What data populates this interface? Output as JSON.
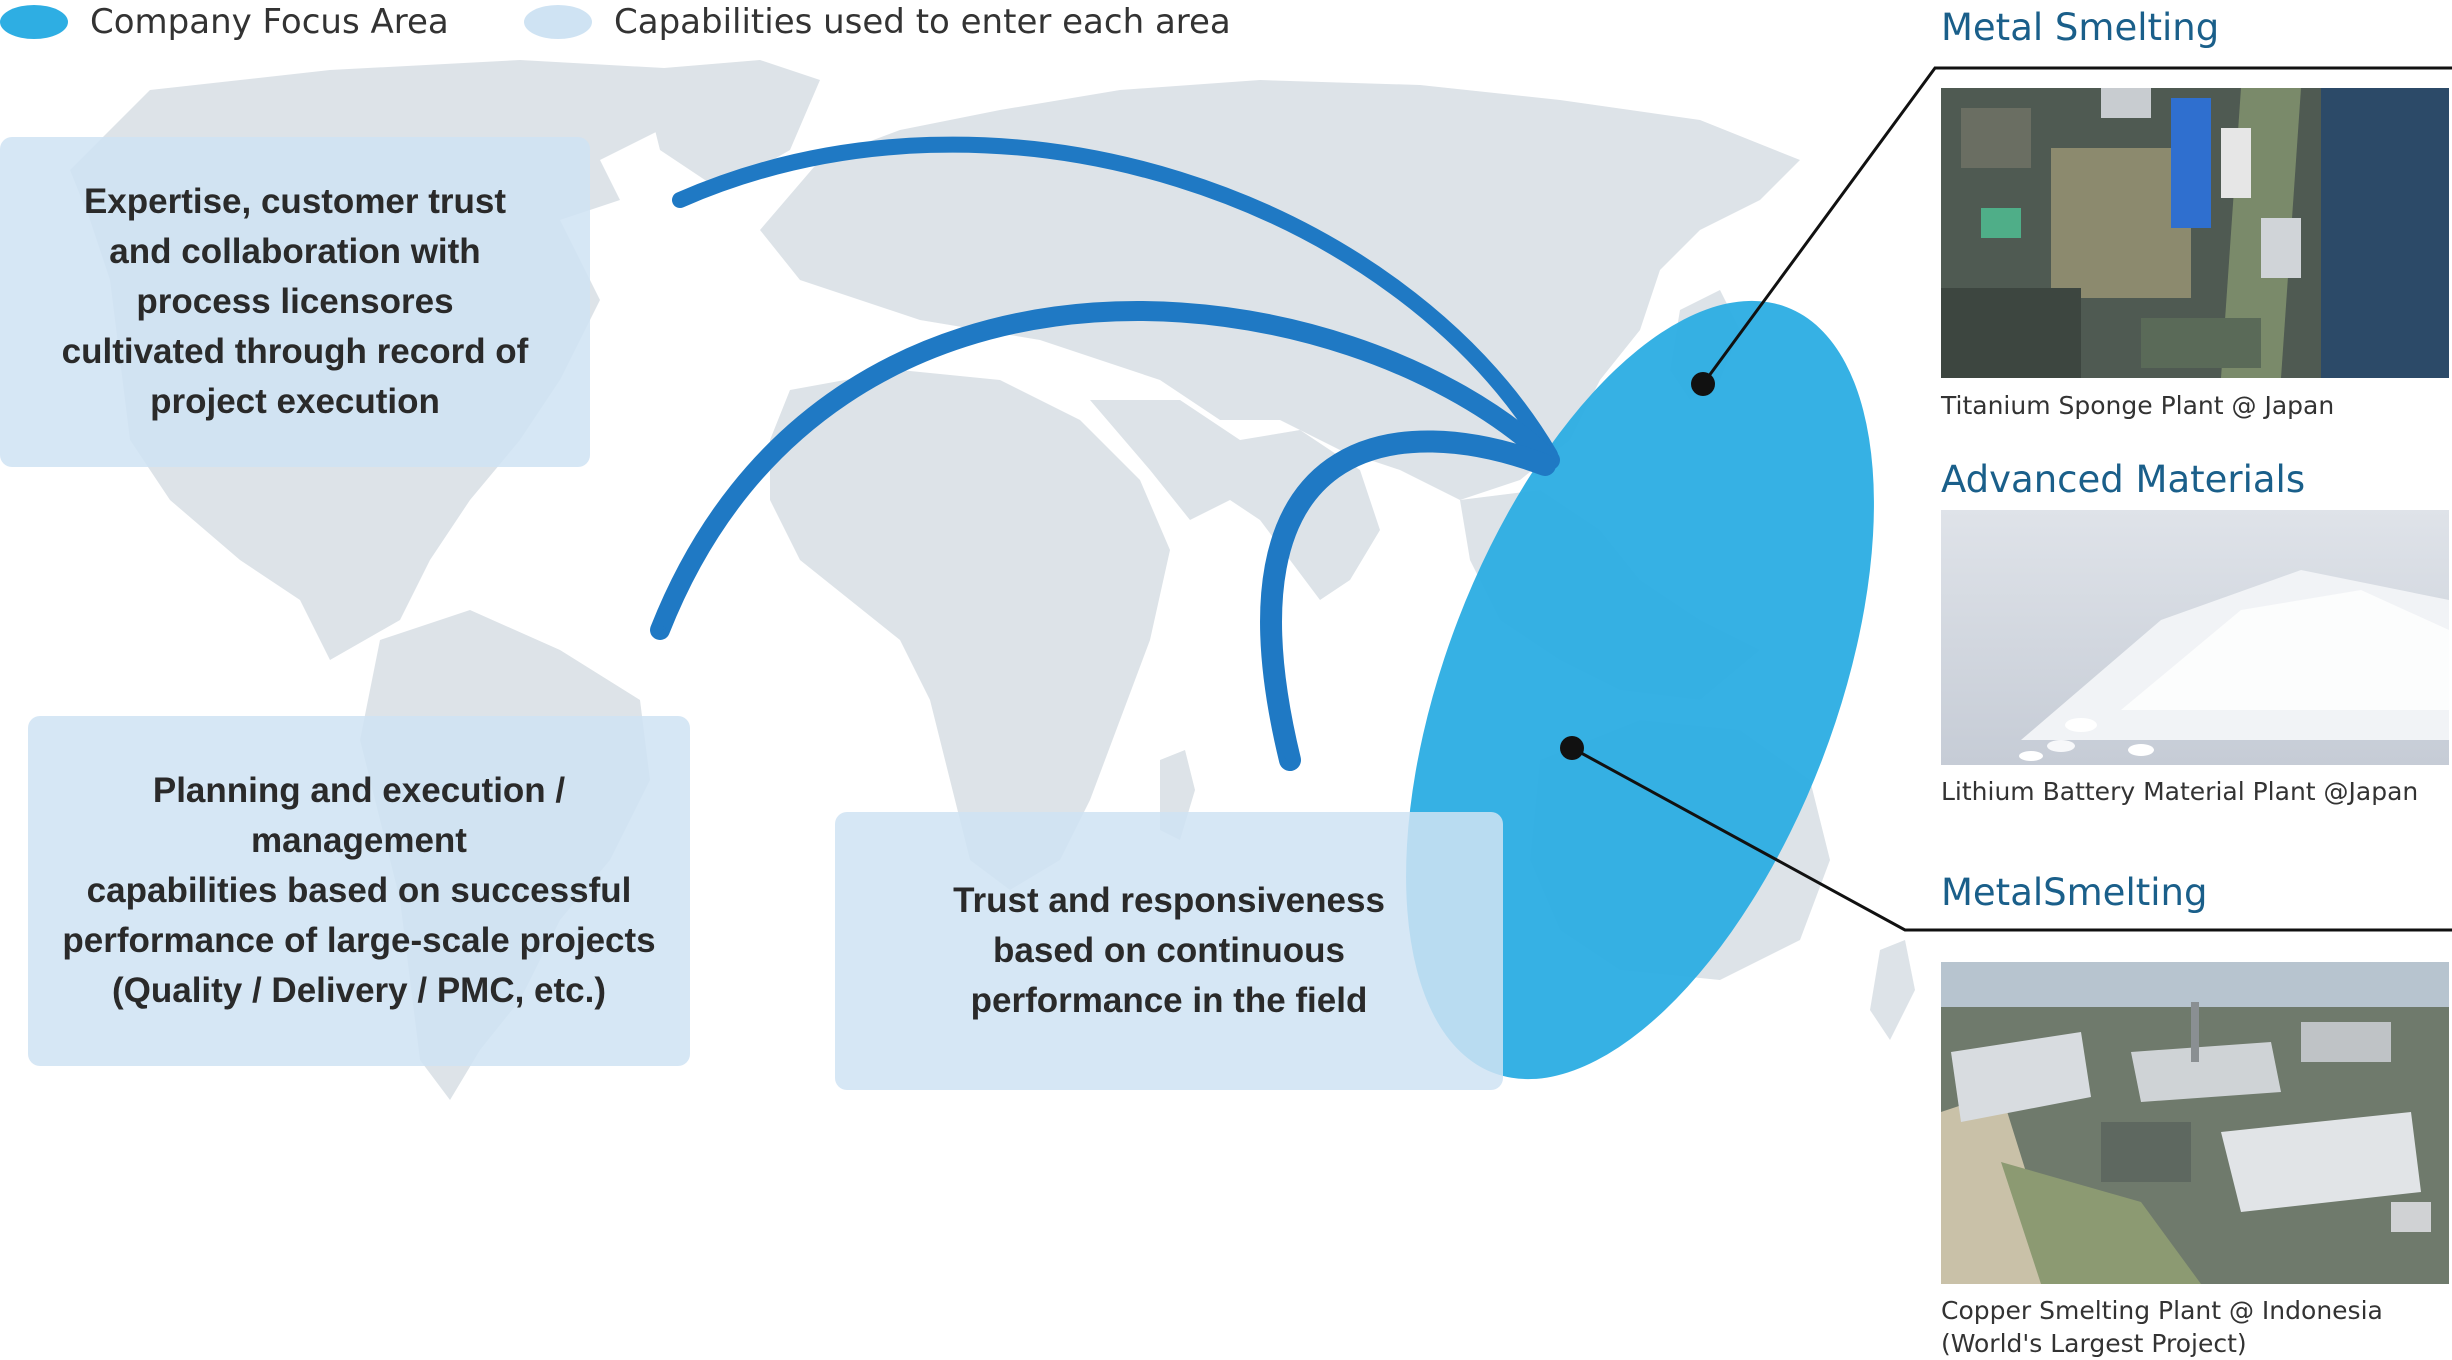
{
  "legend": {
    "focus_label": "Company Focus Area",
    "capability_label": "Capabilities used to enter each area",
    "focus_color": "#2eaee3",
    "capability_color": "#cfe3f3"
  },
  "boxes": {
    "americas": "Expertise, customer trust\nand collaboration with\nprocess licensores\ncultivated through record of\nproject execution",
    "south": "Planning and execution / management\ncapabilities based on successful\nperformance of large-scale projects\n(Quality / Delivery / PMC, etc.)",
    "africa": "Trust and responsiveness\nbased on continuous\nperformance in the field"
  },
  "panels": [
    {
      "title": "Metal Smelting",
      "caption": "Titanium Sponge  Plant @ Japan",
      "photo": "industrial-plant-aerial-photo"
    },
    {
      "title": "Advanced Materials",
      "caption": "Lithium Battery Material Plant @Japan",
      "photo": "battery-material-pellets-photo"
    },
    {
      "title": "MetalSmelting",
      "caption": "Copper Smelting Plant @ Indonesia\n(World's Largest Project)",
      "photo": "copper-smelter-aerial-photo"
    }
  ],
  "colors": {
    "map": "#dde3e8",
    "arrow": "#1f79c4",
    "focus_ellipse": "#2eaee3",
    "title": "#1a5f8a"
  }
}
